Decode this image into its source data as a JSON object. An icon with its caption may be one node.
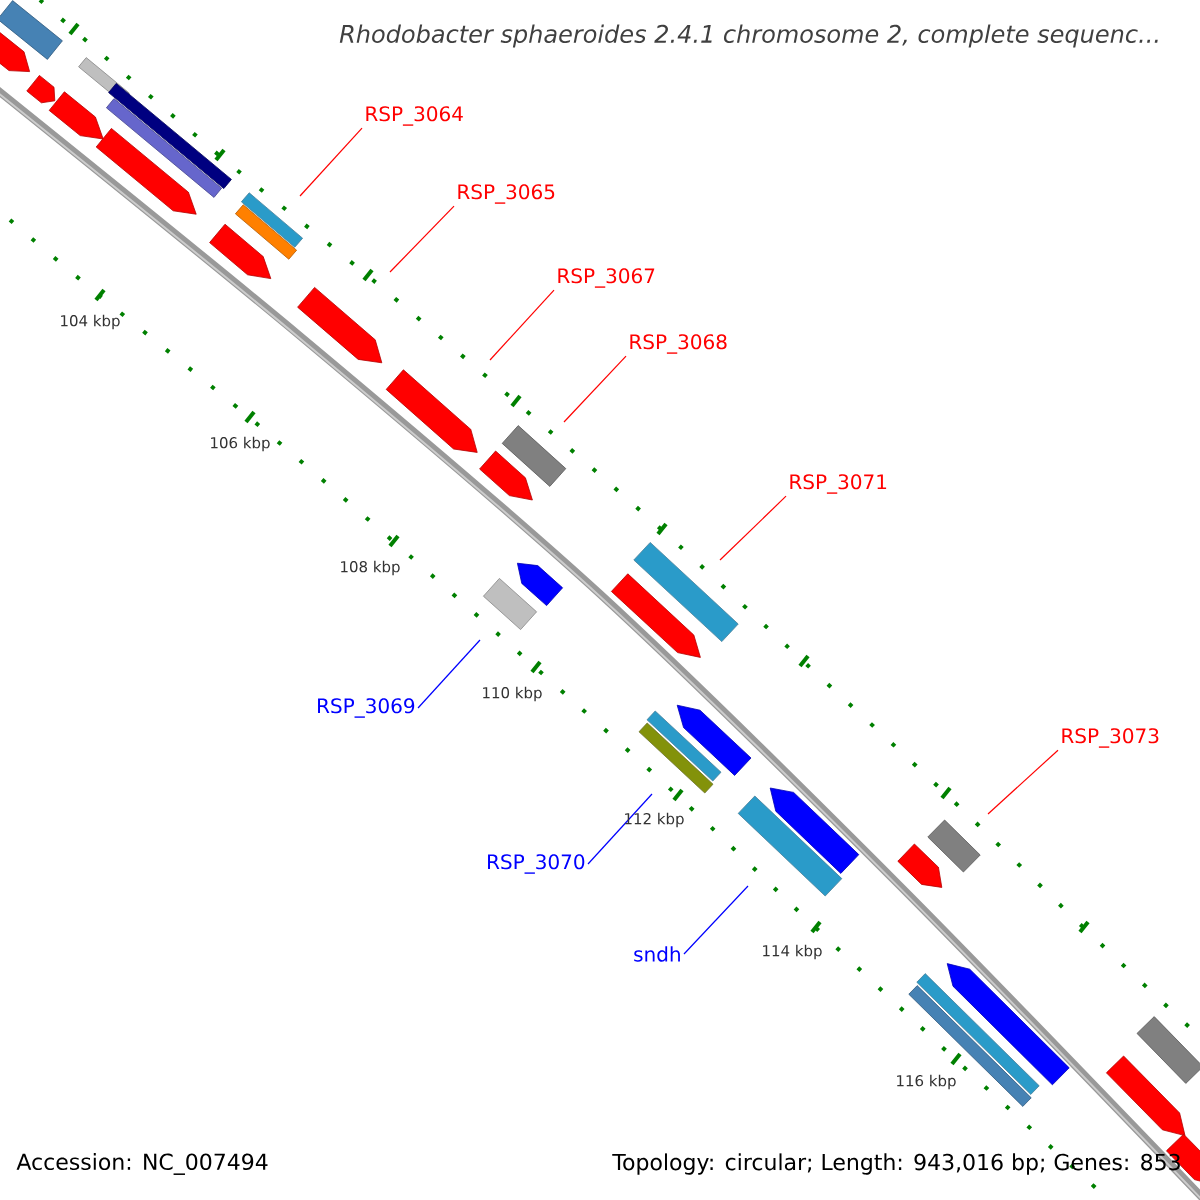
{
  "diagram": {
    "title": "Rhodobacter sphaeroides 2.4.1 chromosome 2, complete sequenc...",
    "nodes": [
      {
        "text": [
          "RSP_3064"
        ]
      },
      {
        "text": [
          "RSP_3065"
        ]
      },
      {
        "text": [
          "RSP_3067"
        ]
      },
      {
        "text": [
          "RSP_3068"
        ]
      },
      {
        "text": [
          "RSP_3071"
        ]
      },
      {
        "text": [
          "RSP_3069"
        ]
      },
      {
        "text": [
          "RSP_3073"
        ]
      },
      {
        "text": [
          "RSP_3070"
        ]
      },
      {
        "text": [
          "sndh"
        ]
      }
    ],
    "edges": [
      {
        "from": 0,
        "to": null,
        "arrow": "none"
      },
      {
        "from": 1,
        "to": null,
        "arrow": "none"
      },
      {
        "from": 2,
        "to": null,
        "arrow": "none"
      },
      {
        "from": 3,
        "to": null,
        "arrow": "none"
      },
      {
        "from": 4,
        "to": null,
        "arrow": "none"
      },
      {
        "from": 5,
        "to": null,
        "arrow": "none",
        "color": "#0000ff"
      },
      {
        "from": 6,
        "to": null,
        "arrow": "none"
      },
      {
        "from": 7,
        "to": null,
        "arrow": "none",
        "color": "#0000ff"
      },
      {
        "from": 8,
        "to": null,
        "arrow": "none",
        "color": "#0000ff"
      }
    ],
    "labels": [
      "104 kbp",
      "106 kbp",
      "108 kbp",
      "110 kbp",
      "112 kbp",
      "114 kbp",
      "116 kbp",
      "Accession: NC_007494",
      "Topology: circular; Length: 943,016 bp; Genes: 853"
    ]
  }
}
